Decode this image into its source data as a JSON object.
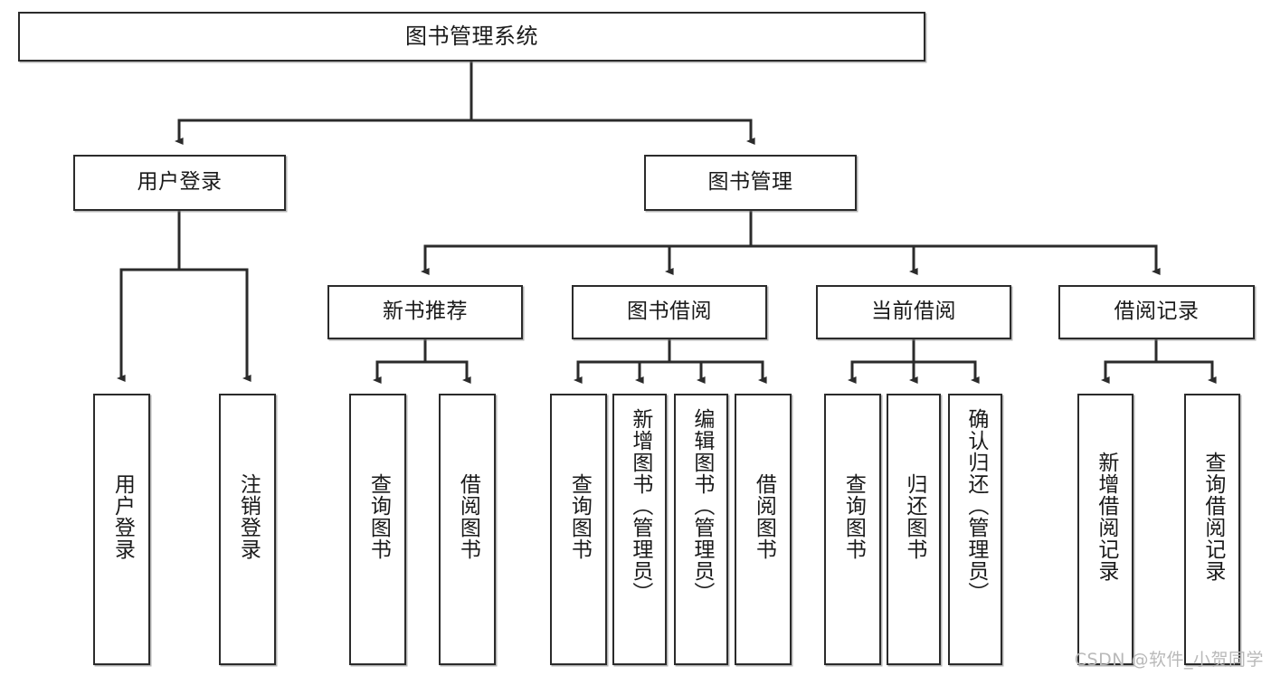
{
  "diagram": {
    "type": "tree",
    "title": "图书管理系统",
    "orientation": "top-down",
    "levels": 4,
    "root": {
      "id": "root",
      "label": "图书管理系统"
    },
    "level2": [
      {
        "id": "user-login",
        "label": "用户登录"
      },
      {
        "id": "book-manage",
        "label": "图书管理"
      }
    ],
    "level3": [
      {
        "id": "new-book-recommend",
        "label": "新书推荐",
        "parent": "book-manage"
      },
      {
        "id": "book-borrow",
        "label": "图书借阅",
        "parent": "book-manage"
      },
      {
        "id": "current-borrow",
        "label": "当前借阅",
        "parent": "book-manage"
      },
      {
        "id": "borrow-record",
        "label": "借阅记录",
        "parent": "book-manage"
      }
    ],
    "leaves": [
      {
        "id": "leaf-user-login",
        "label": "用户登录",
        "parent": "user-login"
      },
      {
        "id": "leaf-user-logout",
        "label": "注销登录",
        "parent": "user-login"
      },
      {
        "id": "leaf-query-book-1",
        "label": "查询图书",
        "parent": "new-book-recommend"
      },
      {
        "id": "leaf-borrow-book-1",
        "label": "借阅图书",
        "parent": "new-book-recommend"
      },
      {
        "id": "leaf-query-book-2",
        "label": "查询图书",
        "parent": "book-borrow"
      },
      {
        "id": "leaf-add-book",
        "label": "新增图书（管理员）",
        "parent": "book-borrow"
      },
      {
        "id": "leaf-edit-book",
        "label": "编辑图书（管理员）",
        "parent": "book-borrow"
      },
      {
        "id": "leaf-borrow-book-2",
        "label": "借阅图书",
        "parent": "book-borrow"
      },
      {
        "id": "leaf-query-book-3",
        "label": "查询图书",
        "parent": "current-borrow"
      },
      {
        "id": "leaf-return-book",
        "label": "归还图书",
        "parent": "current-borrow"
      },
      {
        "id": "leaf-confirm-return",
        "label": "确认归还（管理员）",
        "parent": "current-borrow"
      },
      {
        "id": "leaf-add-record",
        "label": "新增借阅记录",
        "parent": "borrow-record"
      },
      {
        "id": "leaf-query-record",
        "label": "查询借阅记录",
        "parent": "borrow-record"
      }
    ]
  },
  "watermark": {
    "text": "CSDN @软件_小贺同学"
  },
  "colors": {
    "stroke": "#2b2b2b",
    "fill": "#ffffff",
    "text": "#1a1a1a",
    "watermark": "#b9b9b9"
  }
}
